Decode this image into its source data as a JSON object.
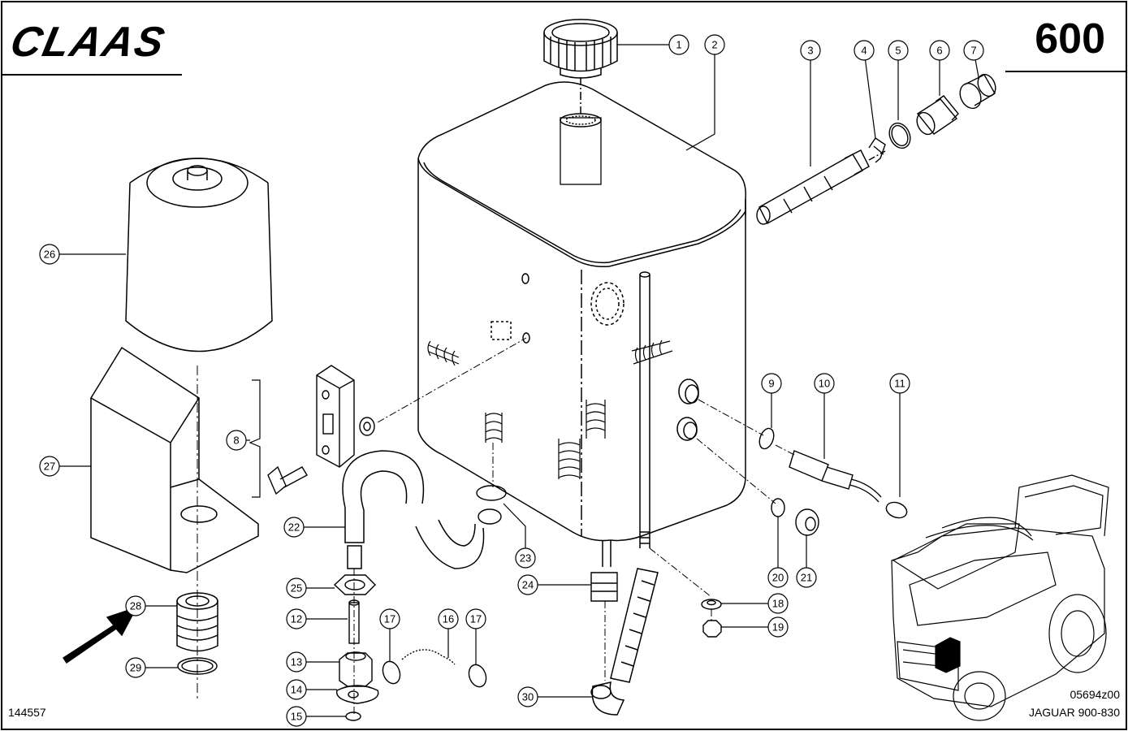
{
  "header": {
    "brand_logo": "CLAAS",
    "page_number": "600"
  },
  "footer": {
    "figure_id": "144557",
    "drawing_code": "05694z00",
    "model": "JAGUAR 900-830"
  },
  "callouts": [
    {
      "id": "c1",
      "label": "1"
    },
    {
      "id": "c2",
      "label": "2"
    },
    {
      "id": "c3",
      "label": "3"
    },
    {
      "id": "c4",
      "label": "4"
    },
    {
      "id": "c5",
      "label": "5"
    },
    {
      "id": "c6",
      "label": "6"
    },
    {
      "id": "c7",
      "label": "7"
    },
    {
      "id": "c8",
      "label": "8"
    },
    {
      "id": "c9",
      "label": "9"
    },
    {
      "id": "c10",
      "label": "10"
    },
    {
      "id": "c11",
      "label": "11"
    },
    {
      "id": "c12",
      "label": "12"
    },
    {
      "id": "c13",
      "label": "13"
    },
    {
      "id": "c14",
      "label": "14"
    },
    {
      "id": "c15",
      "label": "15"
    },
    {
      "id": "c16",
      "label": "16"
    },
    {
      "id": "c17a",
      "label": "17"
    },
    {
      "id": "c17b",
      "label": "17"
    },
    {
      "id": "c18",
      "label": "18"
    },
    {
      "id": "c19",
      "label": "19"
    },
    {
      "id": "c20",
      "label": "20"
    },
    {
      "id": "c21",
      "label": "21"
    },
    {
      "id": "c22",
      "label": "22"
    },
    {
      "id": "c23",
      "label": "23"
    },
    {
      "id": "c24",
      "label": "24"
    },
    {
      "id": "c25",
      "label": "25"
    },
    {
      "id": "c26",
      "label": "26"
    },
    {
      "id": "c27",
      "label": "27"
    },
    {
      "id": "c28",
      "label": "28"
    },
    {
      "id": "c29",
      "label": "29"
    },
    {
      "id": "c30",
      "label": "30"
    }
  ]
}
